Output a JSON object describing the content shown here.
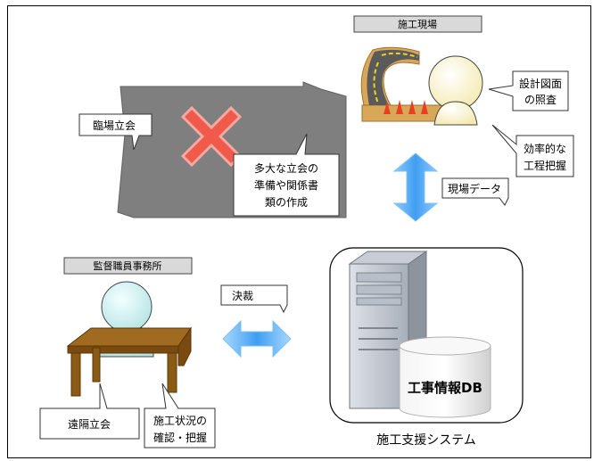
{
  "headers": {
    "site": "施工現場",
    "office": "監督職員事務所"
  },
  "callouts": {
    "rinjo": "臨場立会",
    "burden": [
      "多大な立会の",
      "準備や関係書",
      "類の作成"
    ],
    "drawing": [
      "設計図面",
      "の照査"
    ],
    "schedule": [
      "効率的な",
      "工程把握"
    ],
    "site_data": "現場データ",
    "approval": "決裁",
    "remote": "遠隔立会",
    "status": [
      "施工状況の",
      "確認・把握"
    ]
  },
  "db_label": "工事情報DB",
  "system_label": "施工支援システム",
  "colors": {
    "gray_panel": "#7f7f7f",
    "cross": "#f05a4a",
    "arrow": "#4ea8f0",
    "desk": "#8b5a14",
    "road": "#5a5a5a",
    "ground": "#d8a858",
    "person": "#fff8d0"
  }
}
